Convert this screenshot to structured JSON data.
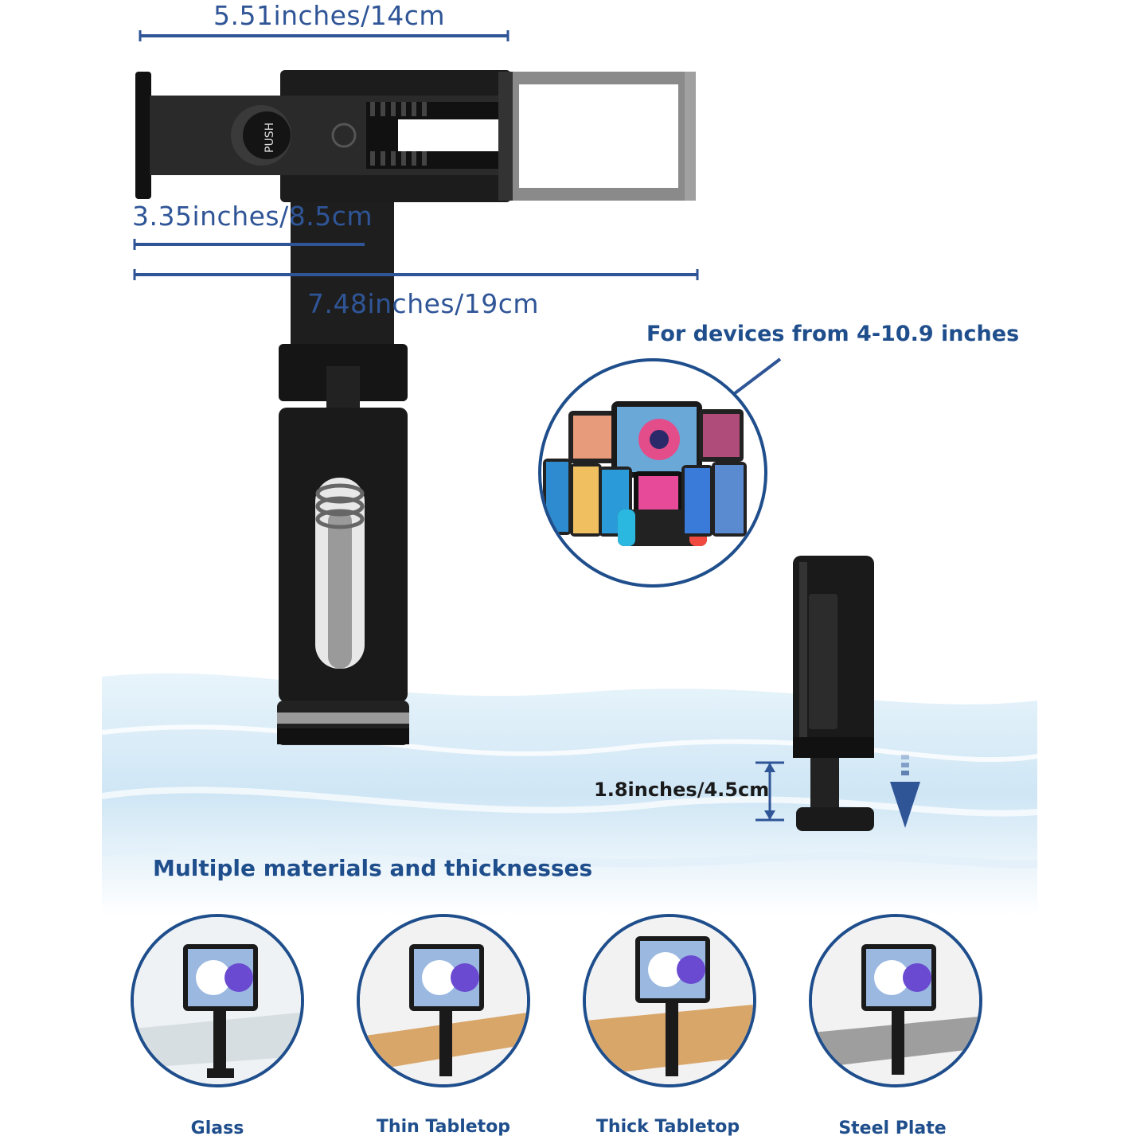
{
  "dimensions": {
    "width_label": "5.51inches/14cm",
    "min_label": "3.35inches/8.5cm",
    "max_label": "7.48inches/19cm",
    "clamp_label": "1.8inches/4.5cm"
  },
  "devices_caption": "For devices from 4-10.9 inches",
  "materials_heading": "Multiple materials and thicknesses",
  "materials": [
    {
      "label": "Glass"
    },
    {
      "label": "Thin Tabletop"
    },
    {
      "label": "Thick Tabletop"
    },
    {
      "label": "Steel Plate"
    }
  ],
  "holder": {
    "push_label": "PUSH"
  },
  "colors": {
    "accent": "#2f5597",
    "heading": "#1f4e8c",
    "device": "#1a1a1a",
    "water": "#cfe6f5"
  }
}
